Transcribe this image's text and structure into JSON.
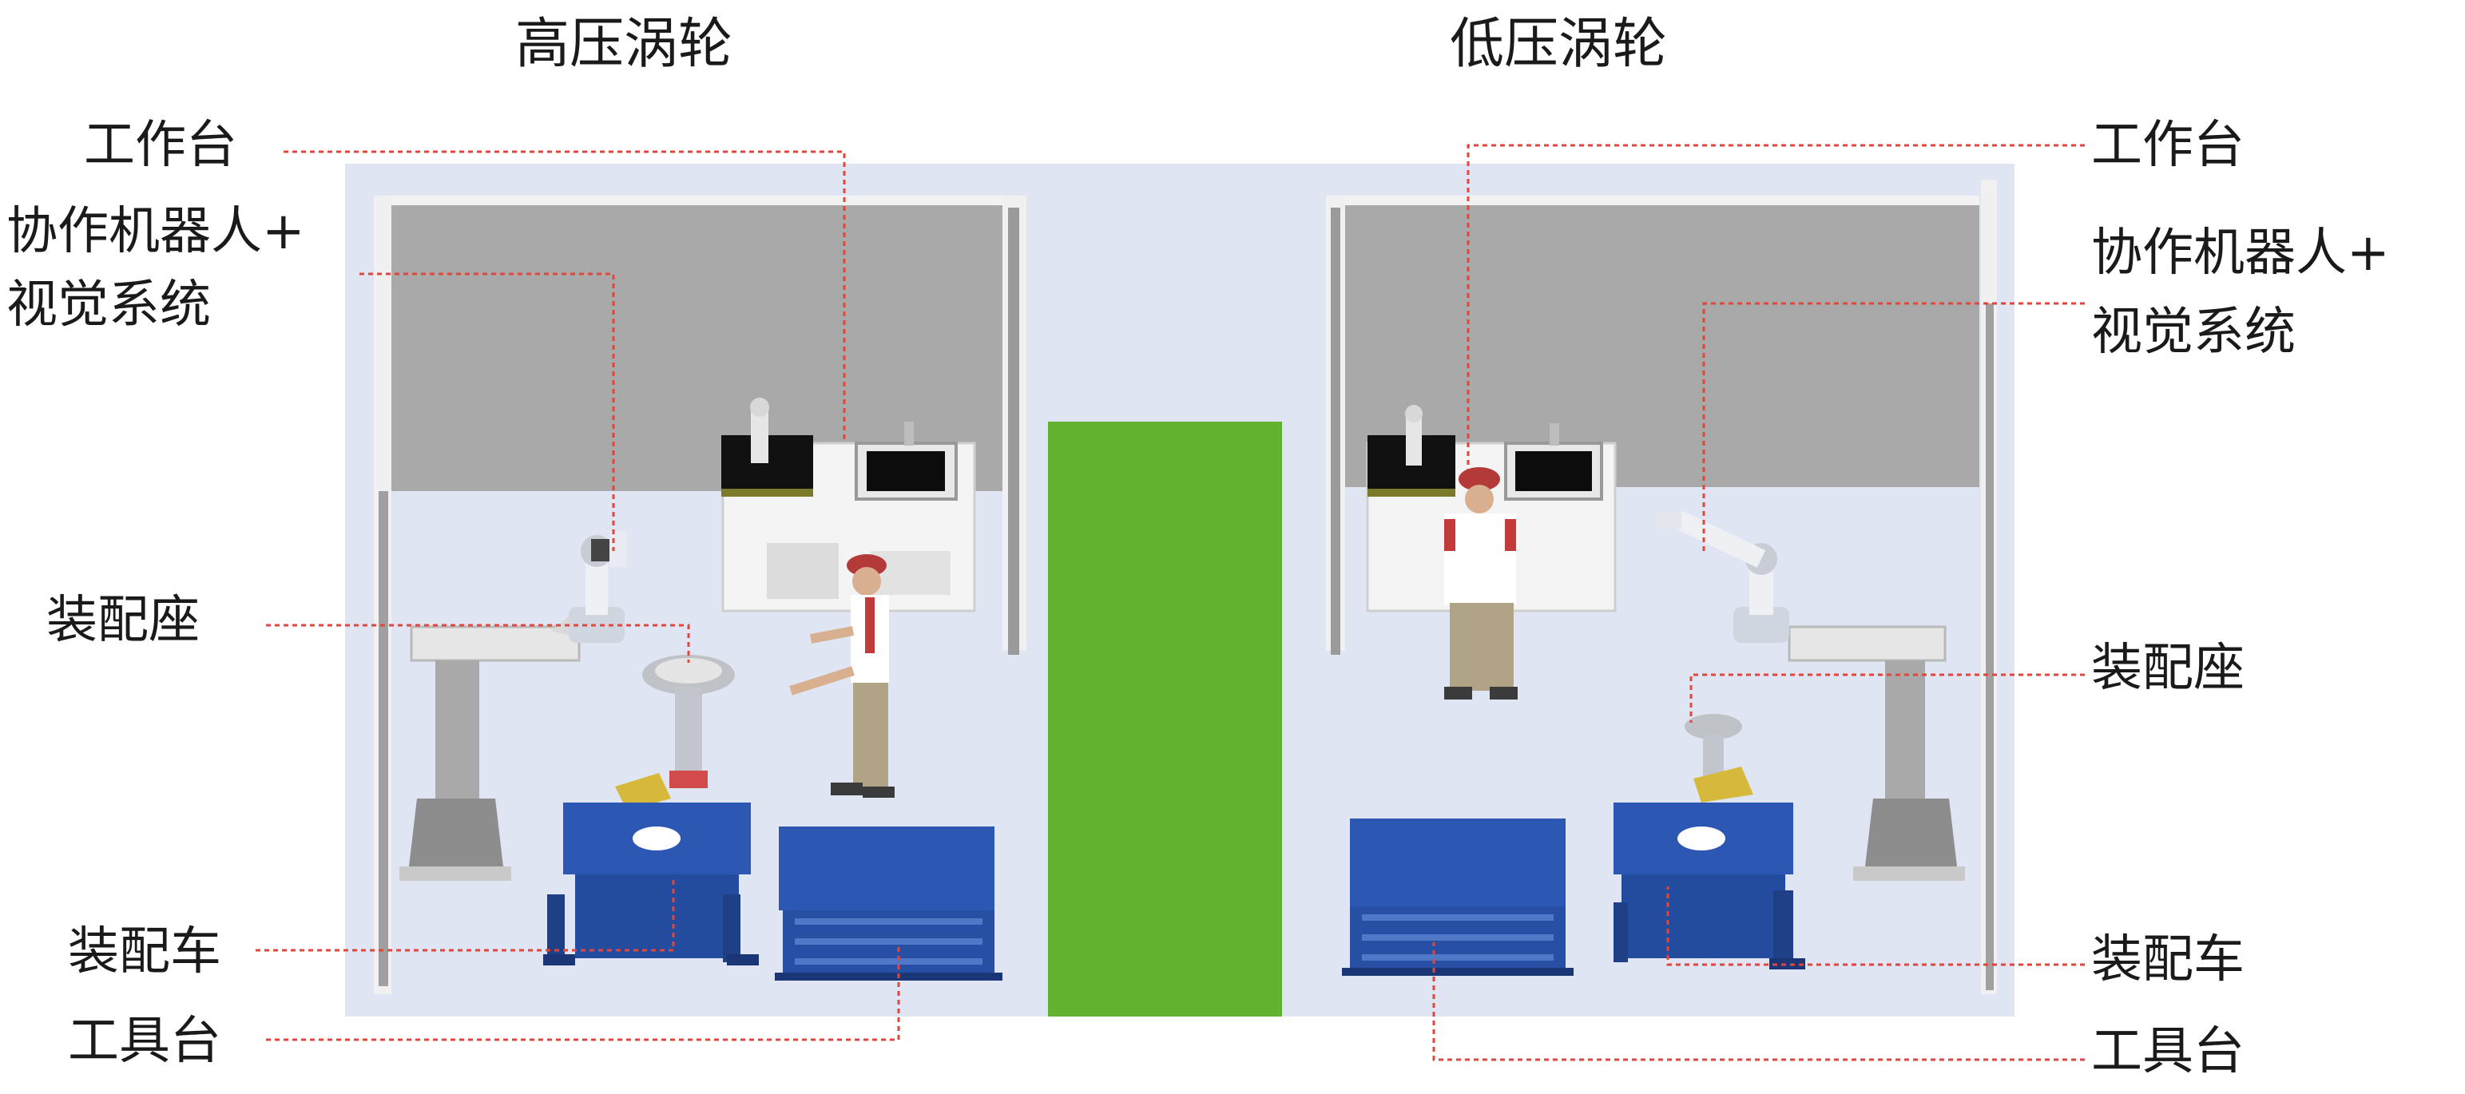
{
  "diagram": {
    "titles": {
      "left": "高压涡轮",
      "right": "低压涡轮"
    },
    "left_labels": {
      "workbench": "工作台",
      "robot_line1": "协作机器人+",
      "robot_line2": "视觉系统",
      "seat": "装配座",
      "cart": "装配车",
      "tool_table": "工具台"
    },
    "right_labels": {
      "workbench": "工作台",
      "robot_line1": "协作机器人+",
      "robot_line2": "视觉系统",
      "seat": "装配座",
      "cart": "装配车",
      "tool_table": "工具台"
    },
    "colors": {
      "floor": "#dfe5f3",
      "wall": "#a8a8a8",
      "aisle": "#62b230",
      "cart": "#2c58b4",
      "leader_line": "#e0463c"
    }
  }
}
